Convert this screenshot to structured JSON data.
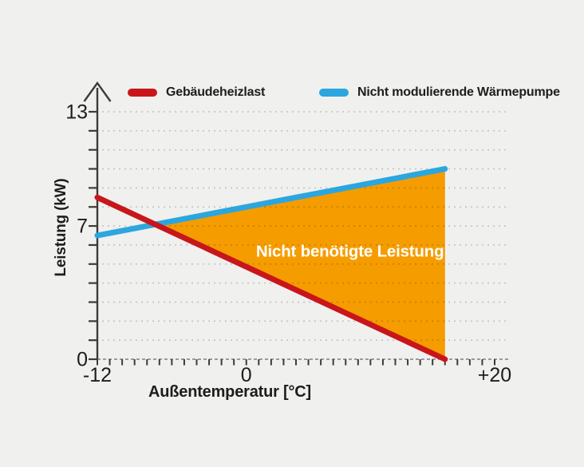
{
  "page": {
    "background": "#f0f0ee"
  },
  "colors": {
    "red": "#c8161a",
    "blue": "#2ba6df",
    "orange": "#f59c00",
    "axis": "#3b3b39",
    "grid": "#cfcfcd",
    "x_axis_dash": "#8f8f8d",
    "text": "#1d1d1b",
    "area_label_text": "#ffffff"
  },
  "legend": {
    "items": [
      {
        "label": "Gebäudeheizlast",
        "color": "#c8161a"
      },
      {
        "label": "Nicht modulierende Wärmepumpe",
        "color": "#2ba6df"
      }
    ]
  },
  "chart_data": {
    "type": "line",
    "xlabel": "Außentemperatur [°C]",
    "ylabel": "Leistung (kW)",
    "x_range": [
      -12,
      20
    ],
    "y_range": [
      0,
      13
    ],
    "x_minor_tick_step": 1,
    "y_minor_tick_step": 1,
    "x_ticks_labeled": [
      {
        "value": -12,
        "label": "-12"
      },
      {
        "value": 0,
        "label": "0"
      },
      {
        "value": 20,
        "label": "+20"
      }
    ],
    "y_ticks_labeled": [
      {
        "value": 0,
        "label": "0"
      },
      {
        "value": 7,
        "label": "7"
      },
      {
        "value": 13,
        "label": "13"
      }
    ],
    "grid": "horizontal-dotted",
    "legend_position": "top",
    "series": [
      {
        "name": "Gebäudeheizlast",
        "color": "#c8161a",
        "points": [
          [
            -12,
            8.5
          ],
          [
            16,
            0
          ]
        ]
      },
      {
        "name": "Nicht modulierende Wärmepumpe",
        "color": "#2ba6df",
        "points": [
          [
            -12,
            6.5
          ],
          [
            16,
            10
          ]
        ]
      }
    ],
    "area": {
      "label": "Nicht benötigte Leistung",
      "color": "#f59c00",
      "upper_series": "Nicht modulierende Wärmepumpe",
      "lower_series": "Gebäudeheizlast",
      "from": "intersection",
      "to_x": 16
    }
  }
}
